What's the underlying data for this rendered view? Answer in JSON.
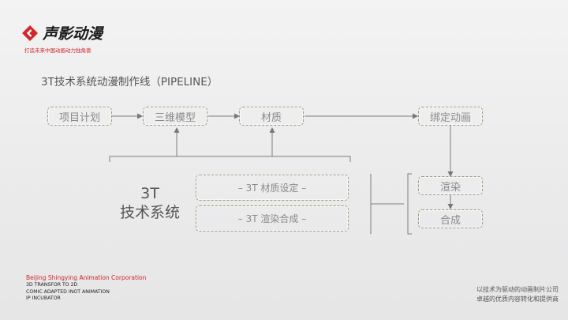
{
  "brand": {
    "name": "声影动漫",
    "tagline": "打造未来中国动画动力独角兽",
    "accent_color": "#d1262a"
  },
  "page": {
    "title": "3T技术系统动漫制作线（PIPELINE）"
  },
  "pipeline": {
    "stages": [
      "项目计划",
      "三维模型",
      "材质",
      "绑定动画"
    ],
    "center_label": [
      "3T",
      "技术系统"
    ],
    "subsystems": [
      "– 3T 材质设定 –",
      "– 3T 渲染合成 –"
    ],
    "outputs": [
      "渲染",
      "合成"
    ]
  },
  "footer": {
    "company": "Beijing Shingying Animation Corporation",
    "lines": [
      "3D TRANSFOR TO 2D",
      "COMIC ADAPTED INOT ANIMATION",
      "IP INCUBATOR"
    ],
    "slogan": [
      "以技术为驱动的动画制片公司",
      "卓越的优质内容转化和提供商"
    ]
  }
}
